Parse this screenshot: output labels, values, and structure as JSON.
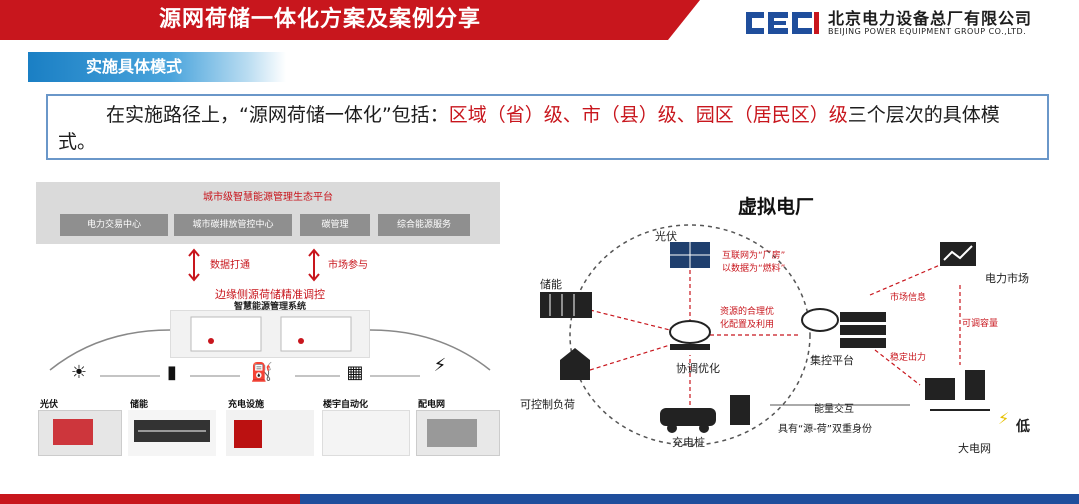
{
  "header": {
    "title": "源网荷储一体化方案及案例分享",
    "logo_mark": "CEC",
    "company_cn": "北京电力设备总厂有限公司",
    "company_en": "BEIJING POWER EQUIPMENT GROUP CO.,LTD."
  },
  "section": {
    "subtitle": "实施具体模式"
  },
  "intro": {
    "part1": "在实施路径上，“源网荷储一体化”包括：",
    "part2": "区域（省）级、市（县）级、园区（居民区）级",
    "part3": "三个层次的具体模式。"
  },
  "left_figure": {
    "platform_title": "城市级智慧能源管理生态平台",
    "platform_boxes": [
      "电力交易中心",
      "城市碳排放管控中心",
      "碳管理",
      "综合能源服务"
    ],
    "arrow_left_label": "数据打通",
    "arrow_right_label": "市场参与",
    "edge_title": "边缘侧源荷储精准调控",
    "edge_subtitle": "智慧能源管理系统",
    "devices": [
      "光伏",
      "储能",
      "充电设施",
      "楼宇自动化",
      "配电网"
    ]
  },
  "right_figure": {
    "title": "虚拟电厂",
    "nodes": {
      "pv": "光伏",
      "storage": "储能",
      "coordination": "协调优化",
      "controllable_load": "可控制负荷",
      "charging_pile": "充电桩",
      "central_control": "集控平台",
      "power_market": "电力市场",
      "grid": "大电网"
    },
    "annotations": {
      "internet": "互联网为“厂房”",
      "data_fuel": "以数据为“燃料”",
      "resource_opt1": "资源的合理优",
      "resource_opt2": "化配置及利用",
      "market_info": "市场信息",
      "adjustable_capacity": "可调容量",
      "stable_output": "稳定出力",
      "energy_exchange": "能量交互",
      "dual_identity": "具有“源-荷”双重身份",
      "low": "低"
    }
  },
  "colors": {
    "accent_red": "#c8161d",
    "brand_blue": "#1f4e9c"
  }
}
